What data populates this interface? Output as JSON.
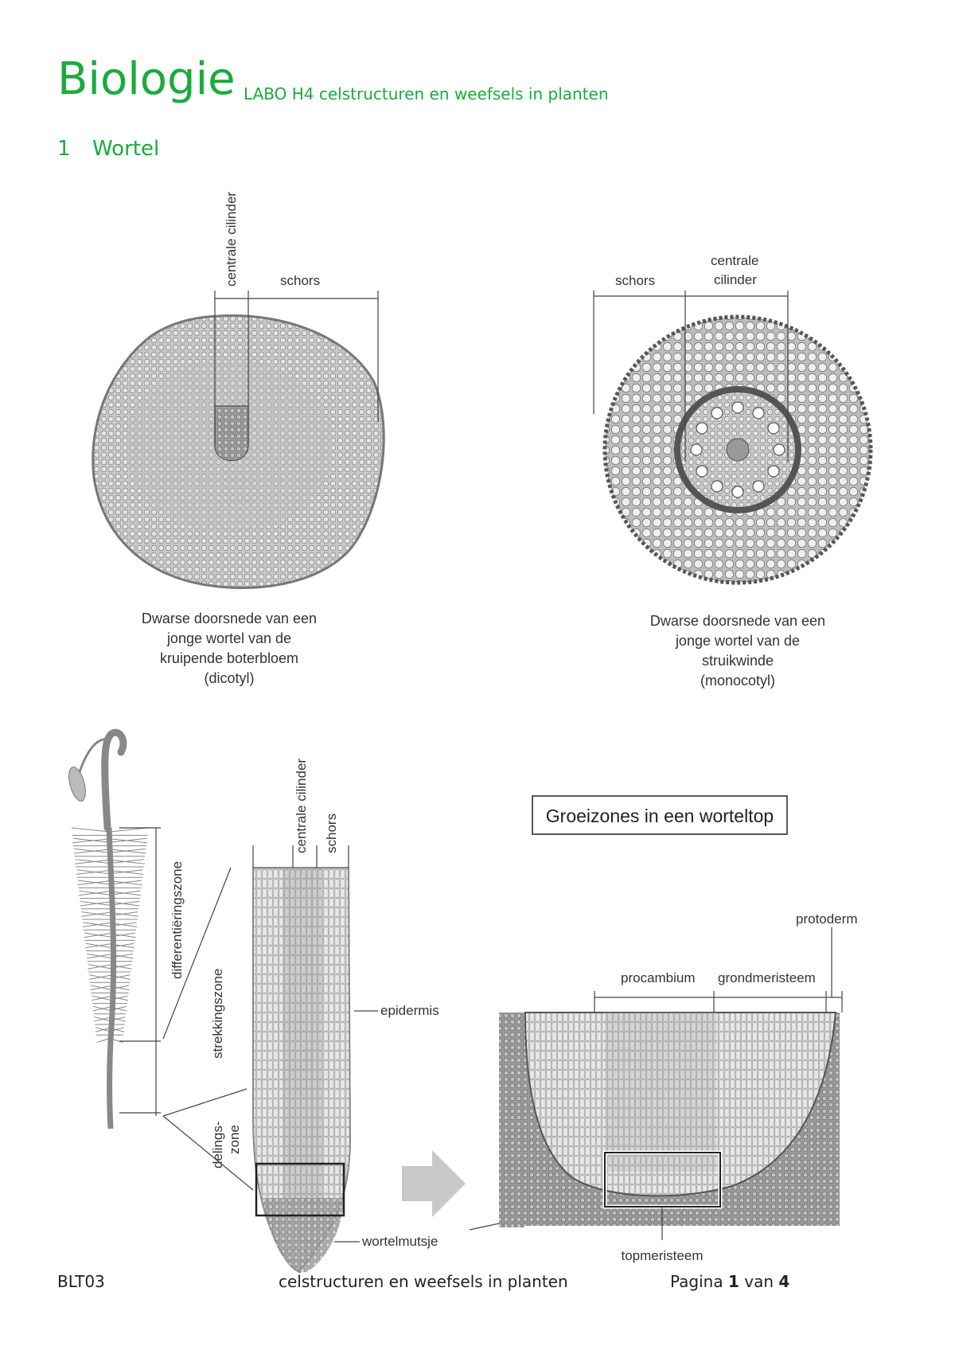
{
  "header": {
    "title": "Biologie",
    "subtitle": "LABO H4 celstructuren en weefsels in planten"
  },
  "section": {
    "number": "1",
    "title": "Wortel"
  },
  "figure_dicot": {
    "label_central": "centrale cilinder",
    "label_cortex": "schors",
    "caption": [
      "Dwarse doorsnede van een",
      "jonge wortel van de",
      "kruipende boterbloem",
      "(dicotyl)"
    ]
  },
  "figure_monocot": {
    "label_cortex": "schors",
    "label_central_1": "centrale",
    "label_central_2": "cilinder",
    "caption": [
      "Dwarse doorsnede van een",
      "jonge wortel van de",
      "struikwinde",
      "(monocotyl)"
    ]
  },
  "figure_growth": {
    "box_title": "Groeizones in een worteltop",
    "zone_differentiation": "differentiëringszone",
    "zone_elongation": "strekkingszone",
    "zone_division_1": "delings-",
    "zone_division_2": "zone",
    "label_central": "centrale cilinder",
    "label_cortex": "schors",
    "label_epidermis": "epidermis",
    "label_rootcap": "wortelmutsje",
    "label_protoderm": "protoderm",
    "label_procambium": "procambium",
    "label_ground_meristem": "grondmeristeem",
    "label_apical_meristem": "topmeristeem"
  },
  "footer": {
    "left": "BLT03",
    "middle": "celstructuren en weefsels in planten",
    "page_prefix": "Pagina",
    "page_current": "1",
    "page_sep": "van",
    "page_total": "4"
  }
}
